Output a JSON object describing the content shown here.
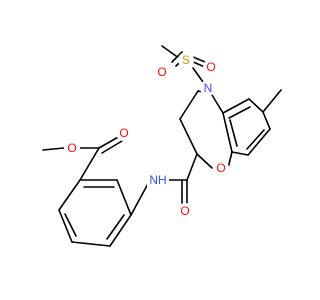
{
  "molecule": {
    "atoms": [
      {
        "id": "o_ester",
        "text": "O",
        "color": "#ff0d0d"
      },
      {
        "id": "o_carbonyl_ester",
        "text": "O",
        "color": "#ff0d0d"
      },
      {
        "id": "n_sulfonyl",
        "text": "N",
        "color": "#3050f8"
      },
      {
        "id": "s",
        "text": "S",
        "color": "#c8a000"
      },
      {
        "id": "o_s1",
        "text": "O",
        "color": "#ff0d0d"
      },
      {
        "id": "o_s2",
        "text": "O",
        "color": "#ff0d0d"
      },
      {
        "id": "nh",
        "text": "NH",
        "color": "#3050f8"
      },
      {
        "id": "o_ring",
        "text": "O",
        "color": "#ff0d0d"
      },
      {
        "id": "o_amide",
        "text": "O",
        "color": "#ff0d0d"
      }
    ],
    "colors": {
      "bond": "#000000",
      "background": "#ffffff"
    }
  }
}
